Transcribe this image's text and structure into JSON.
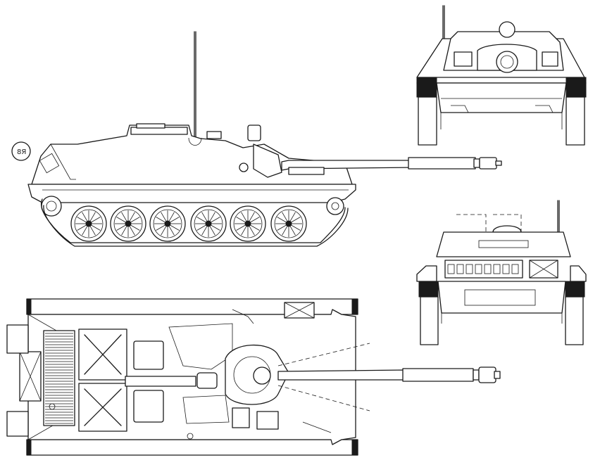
{
  "drawing": {
    "hull_marking": "8Я",
    "views": [
      "side",
      "front",
      "rear",
      "top"
    ]
  },
  "colors": {
    "ink": "#1a1a1a",
    "paper": "#ffffff"
  }
}
